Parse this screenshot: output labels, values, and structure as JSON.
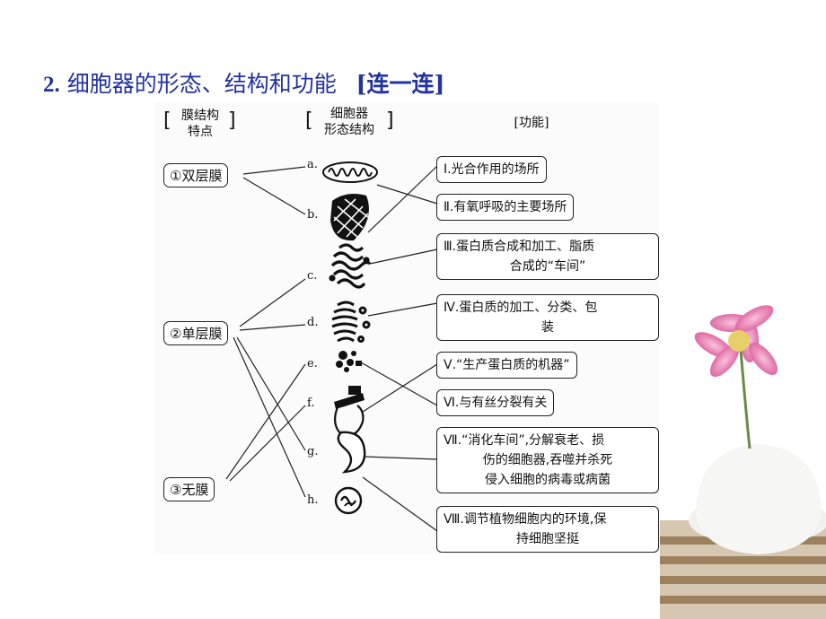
{
  "title": {
    "number": "2.",
    "text": "细胞器的形态、结构和功能",
    "tag": "[连一连]"
  },
  "headers": {
    "membrane": [
      "膜结构",
      "特点"
    ],
    "organelle": [
      "细胞器",
      "形态结构"
    ],
    "function": "[功能]"
  },
  "membranes": [
    "①双层膜",
    "②单层膜",
    "③无膜"
  ],
  "organelle_letters": [
    "a.",
    "b.",
    "c.",
    "d.",
    "e.",
    "f.",
    "g.",
    "h."
  ],
  "functions": [
    [
      "Ⅰ.光合作用的场所"
    ],
    [
      "Ⅱ.有氧呼吸的主要场所"
    ],
    [
      "Ⅲ.蛋白质合成和加工、脂质",
      "合成的“车间”"
    ],
    [
      "Ⅳ.蛋白质的加工、分类、包",
      "装"
    ],
    [
      "Ⅴ.“生产蛋白质的机器”"
    ],
    [
      "Ⅵ.与有丝分裂有关"
    ],
    [
      "Ⅶ.“消化车间”,分解衰老、损",
      "伤的细胞器,吞噬并杀死",
      "侵入细胞的病毒或病菌"
    ],
    [
      "Ⅷ.调节植物细胞内的环境,保",
      "持细胞坚挺"
    ]
  ],
  "colors": {
    "title": "#2233a0",
    "line": "#222222"
  }
}
